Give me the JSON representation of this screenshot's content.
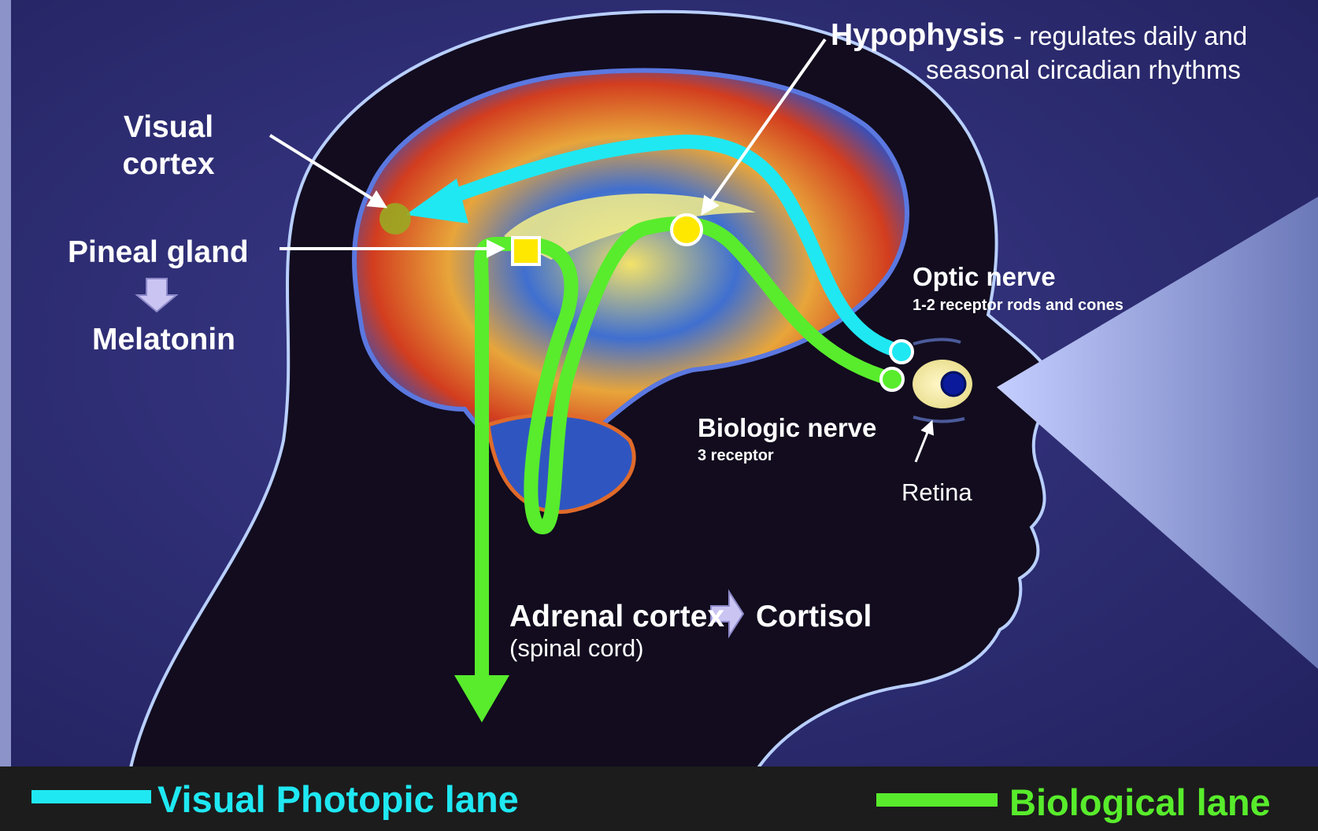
{
  "labels": {
    "visual_cortex_1": "Visual",
    "visual_cortex_2": "cortex",
    "pineal_gland": "Pineal gland",
    "melatonin": "Melatonin",
    "hypophysis": "Hypophysis",
    "hypophysis_desc_1": "- regulates daily and",
    "hypophysis_desc_2": "seasonal circadian rhythms",
    "optic_nerve": "Optic nerve",
    "optic_nerve_sub": "1-2  receptor  rods and cones",
    "biologic_nerve": "Biologic nerve",
    "biologic_nerve_sub": "3 receptor",
    "retina": "Retina",
    "adrenal_cortex": "Adrenal cortex",
    "cortisol": "Cortisol",
    "spinal_cord": "(spinal cord)"
  },
  "legend": [
    {
      "label": "Visual Photopic lane",
      "color": "#1fe8f2"
    },
    {
      "label": "Biological lane",
      "color": "#58ec2c"
    }
  ],
  "colors": {
    "background": "#2b2a6e",
    "head_outline": "#a9c4ff",
    "photopic_lane": "#1fe8f2",
    "biological_lane": "#58ec2c",
    "light_beam": "#a6b4f2",
    "footer": "#1c1c1c"
  },
  "icons": [
    "arrow-down-icon",
    "arrow-right-icon",
    "eye-icon",
    "pointer-arrow-icon"
  ]
}
